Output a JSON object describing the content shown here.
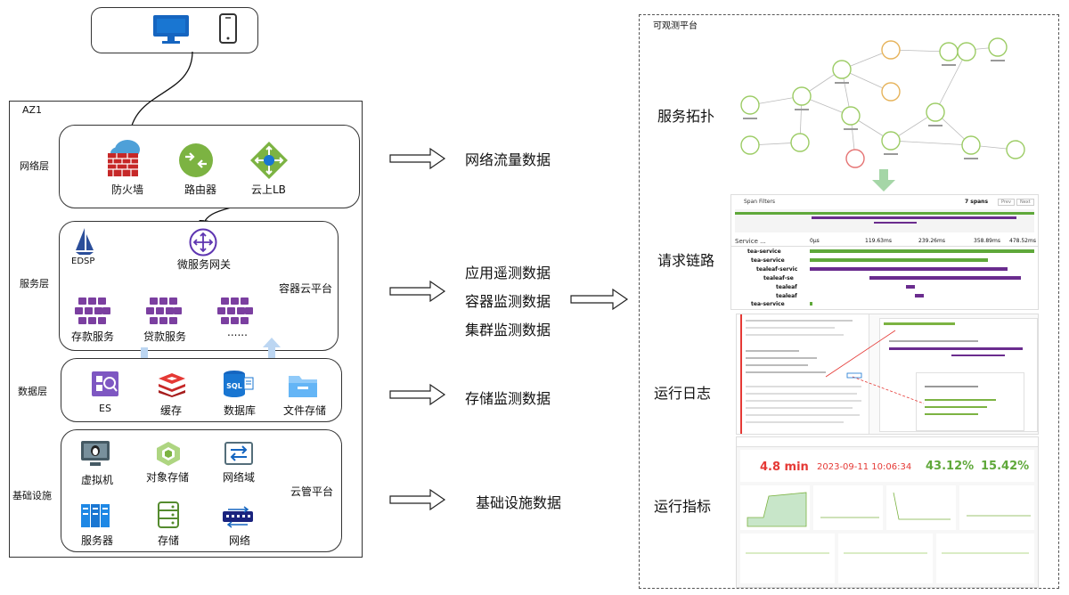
{
  "client": {
    "icons": [
      "desktop-icon",
      "mobile-icon"
    ]
  },
  "az": {
    "label": "AZ1"
  },
  "layers": {
    "network": {
      "label": "网络层",
      "items": [
        "防火墙",
        "路由器",
        "云上LB"
      ]
    },
    "service": {
      "label": "服务层",
      "gateway": "微服务网关",
      "edsp": "EDSP",
      "platform": "容器云平台",
      "items": [
        "存款服务",
        "贷款服务",
        "......"
      ]
    },
    "data": {
      "label": "数据层",
      "items": [
        "ES",
        "缓存",
        "数据库",
        "文件存储"
      ]
    },
    "infra": {
      "label": "基础设施",
      "platform": "云管平台",
      "items": [
        "虚拟机",
        "对象存储",
        "网络域",
        "服务器",
        "存储",
        "网络"
      ]
    }
  },
  "data_types": {
    "network": "网络流量数据",
    "app": "应用遥测数据",
    "container": "容器监测数据",
    "cluster": "集群监测数据",
    "storage": "存储监测数据",
    "infra": "基础设施数据"
  },
  "platform": {
    "title": "可观测平台",
    "sections": [
      "服务拓扑",
      "请求链路",
      "运行日志",
      "运行指标"
    ]
  },
  "trace": {
    "filters": "Span Filters",
    "spans": "7 spans",
    "prev": "Prev",
    "next": "Next",
    "service_col": "Service ...",
    "ticks": [
      "0μs",
      "119.63ms",
      "239.26ms",
      "358.89ms",
      "478.52ms"
    ],
    "rows": [
      "tea-service",
      "tea-service",
      "tealeaf-servic",
      "tealeaf-se",
      "tealeaf",
      "tealeaf",
      "tea-service"
    ]
  },
  "metrics": {
    "values": [
      "4.8 min",
      "2023-09-11 10:06:34",
      "43.12%",
      "15.42%"
    ]
  },
  "colors": {
    "accent_purple": "#6a1b9a",
    "green": "#7cb342",
    "blue_icon": "#1565c0",
    "red": "#e53935",
    "trace_green": "#5fa83a",
    "trace_purple": "#6a2c8e"
  }
}
